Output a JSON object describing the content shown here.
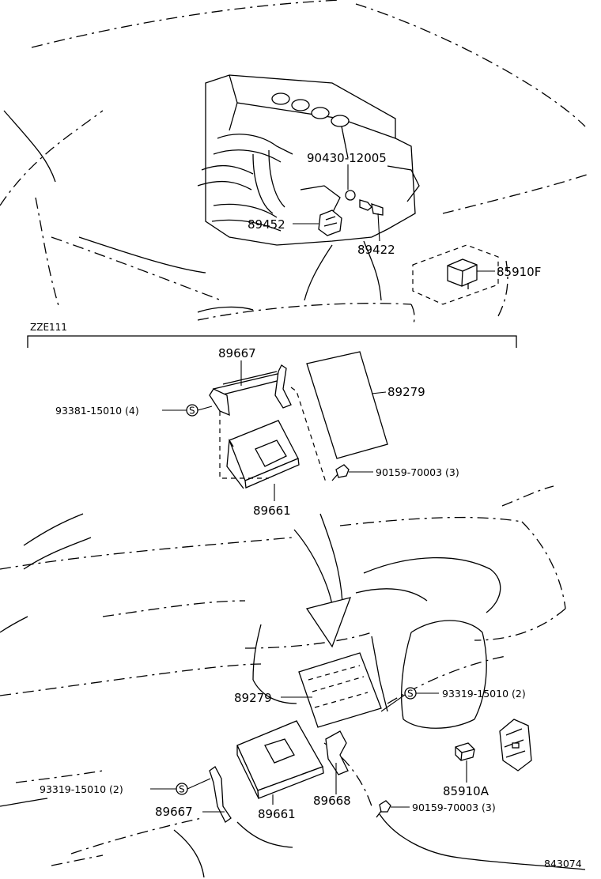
{
  "section_label": "ZZE111",
  "figure_number": "843074",
  "parts": {
    "p90430": "90430-12005",
    "p89452": "89452",
    "p89422": "89422",
    "p85910F": "85910F",
    "p89667_top": "89667",
    "p93381": "93381-15010 (4)",
    "p89279_top": "89279",
    "p90159_top": "90159-70003 (3)",
    "p89661_top": "89661",
    "p89279_bot": "89279",
    "p93319_right": "93319-15010 (2)",
    "p93319_left": "93319-15010 (2)",
    "p89667_bot": "89667",
    "p89661_bot": "89661",
    "p89668": "89668",
    "p85910A": "85910A",
    "p90159_bot": "90159-70003 (3)"
  }
}
